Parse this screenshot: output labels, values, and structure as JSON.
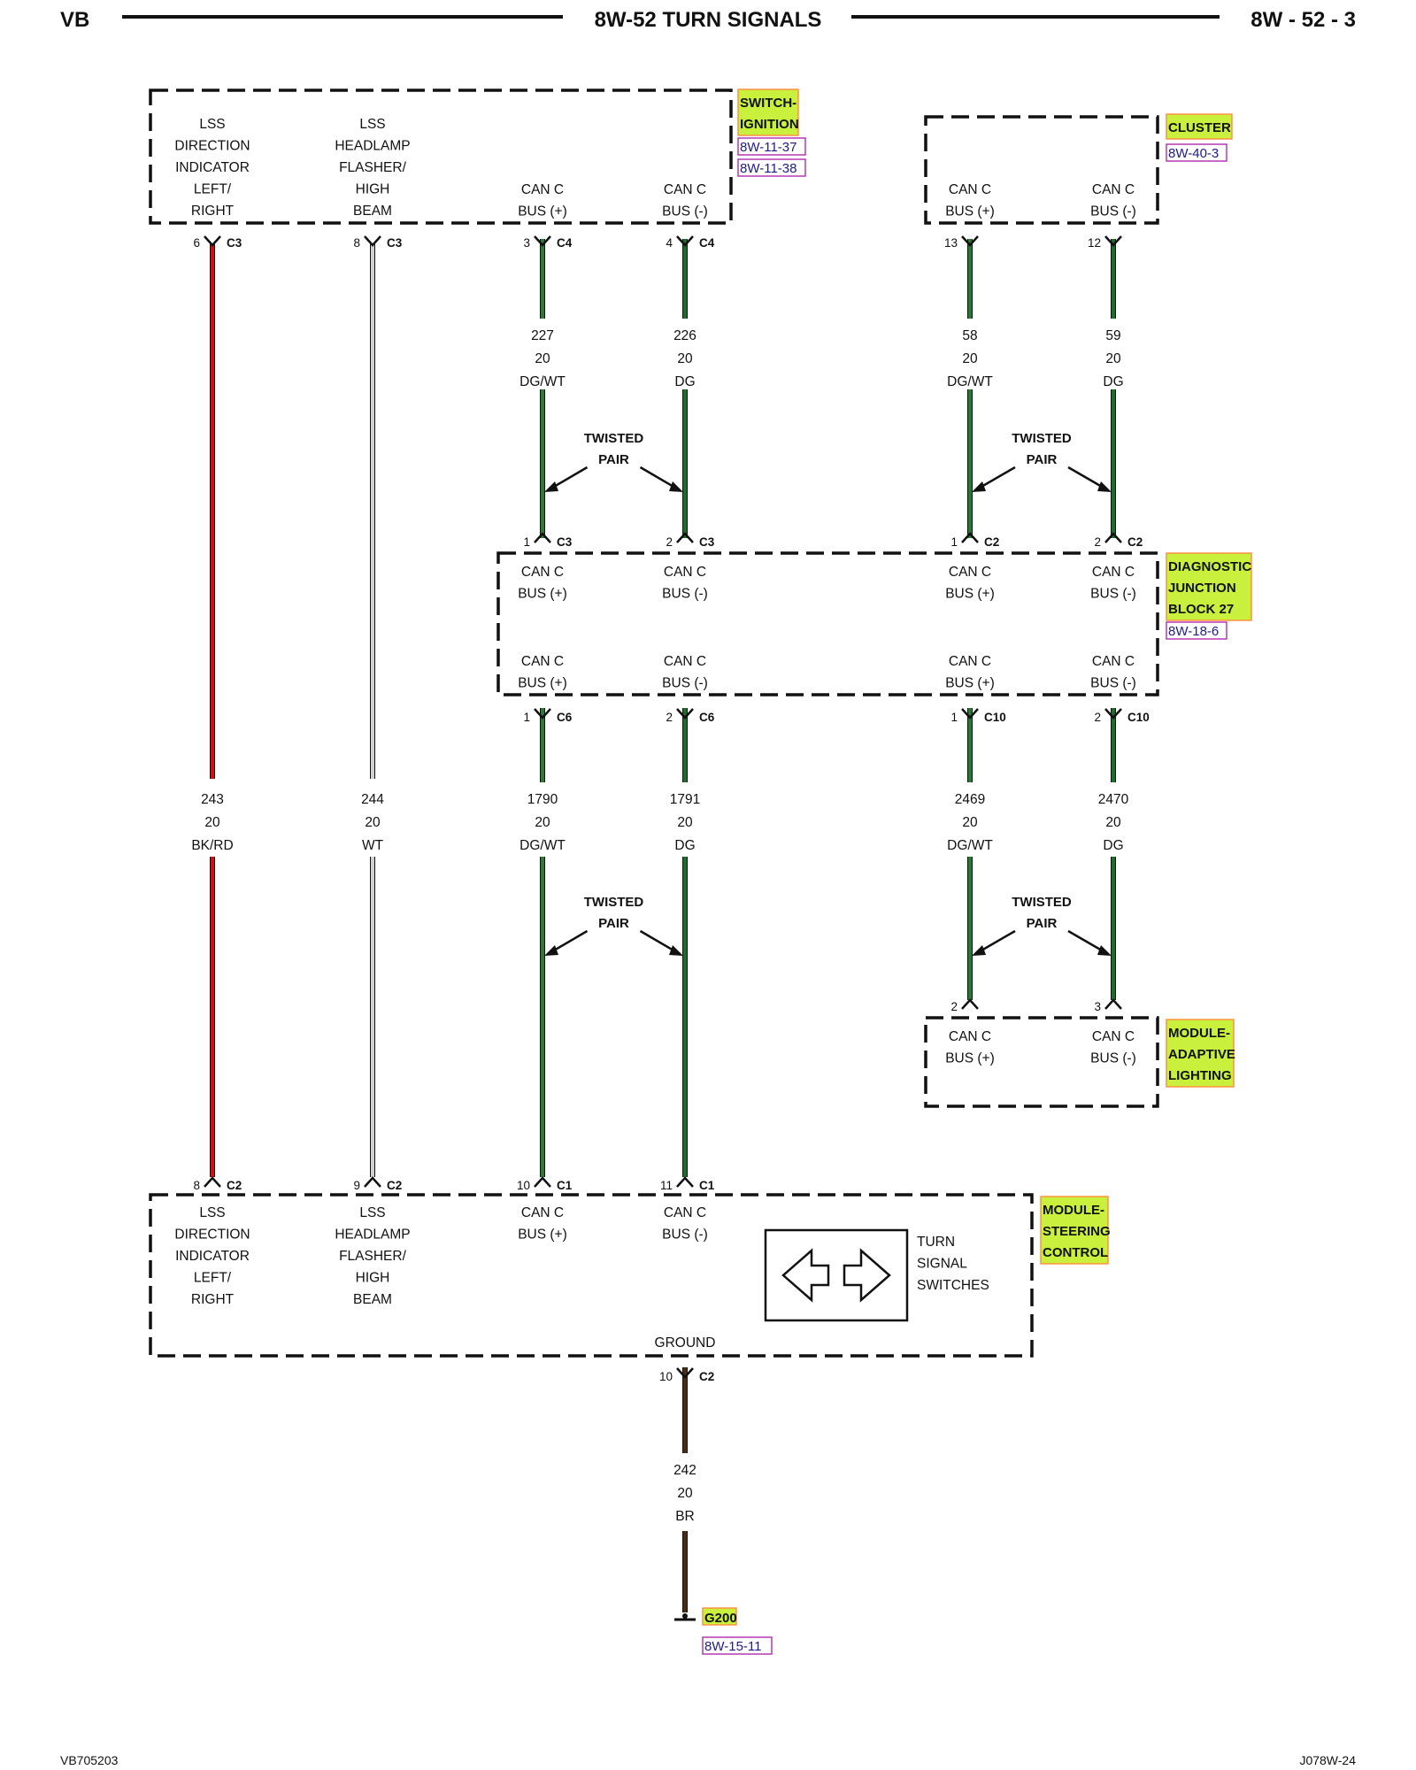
{
  "header": {
    "left": "VB",
    "title": "8W-52 TURN SIGNALS",
    "right": "8W - 52 - 3"
  },
  "footer": {
    "left": "VB705203",
    "right": "J078W-24"
  },
  "colors": {
    "DG": "#1f6d2b",
    "DGWT": "#2a7a36",
    "BKRD": "#cc1111",
    "WT": "#cfcfcf",
    "BR": "#4a2c12"
  },
  "components": {
    "ignition": {
      "name": [
        "SWITCH-",
        "IGNITION"
      ],
      "refs": [
        "8W-11-37",
        "8W-11-38"
      ],
      "pins": [
        [
          "LSS",
          "DIRECTION",
          "INDICATOR",
          "LEFT/",
          "RIGHT"
        ],
        [
          "LSS",
          "HEADLAMP",
          "FLASHER/",
          "HIGH",
          "BEAM"
        ],
        [
          "CAN C",
          "BUS (+)"
        ],
        [
          "CAN C",
          "BUS (-)"
        ]
      ]
    },
    "cluster": {
      "name": [
        "CLUSTER"
      ],
      "refs": [
        "8W-40-3"
      ],
      "pins": [
        [
          "CAN C",
          "BUS (+)"
        ],
        [
          "CAN C",
          "BUS (-)"
        ]
      ]
    },
    "djb": {
      "name": [
        "DIAGNOSTIC",
        "JUNCTION",
        "BLOCK 27"
      ],
      "refs": [
        "8W-18-6"
      ],
      "pins_top": [
        [
          "CAN C",
          "BUS (+)"
        ],
        [
          "CAN C",
          "BUS (-)"
        ],
        [
          "CAN C",
          "BUS (+)"
        ],
        [
          "CAN C",
          "BUS (-)"
        ]
      ],
      "pins_bottom": [
        [
          "CAN C",
          "BUS (+)"
        ],
        [
          "CAN C",
          "BUS (-)"
        ],
        [
          "CAN C",
          "BUS (+)"
        ],
        [
          "CAN C",
          "BUS (-)"
        ]
      ]
    },
    "adaptive": {
      "name": [
        "MODULE-",
        "ADAPTIVE",
        "LIGHTING"
      ],
      "pins": [
        [
          "CAN C",
          "BUS (+)"
        ],
        [
          "CAN C",
          "BUS (-)"
        ]
      ]
    },
    "steering": {
      "name": [
        "MODULE-",
        "STEERING",
        "CONTROL"
      ],
      "pins": [
        [
          "LSS",
          "DIRECTION",
          "INDICATOR",
          "LEFT/",
          "RIGHT"
        ],
        [
          "LSS",
          "HEADLAMP",
          "FLASHER/",
          "HIGH",
          "BEAM"
        ],
        [
          "CAN C",
          "BUS (+)"
        ],
        [
          "CAN C",
          "BUS (-)"
        ]
      ],
      "switch_label": [
        "TURN",
        "SIGNAL",
        "SWITCHES"
      ],
      "ground_label": "GROUND"
    },
    "ground": {
      "name": "G200",
      "ref": "8W-15-11"
    }
  },
  "twisted_pair": [
    "TWISTED",
    "PAIR"
  ],
  "connectors": {
    "ign_lss_dir": {
      "pin": "6",
      "conn": "C3"
    },
    "ign_lss_hl": {
      "pin": "8",
      "conn": "C3"
    },
    "ign_canp": {
      "pin": "3",
      "conn": "C4"
    },
    "ign_canm": {
      "pin": "4",
      "conn": "C4"
    },
    "clu_canp": {
      "pin": "13",
      "conn": ""
    },
    "clu_canm": {
      "pin": "12",
      "conn": ""
    },
    "djb_in1": {
      "pin": "1",
      "conn": "C3"
    },
    "djb_in2": {
      "pin": "2",
      "conn": "C3"
    },
    "djb_in3": {
      "pin": "1",
      "conn": "C2"
    },
    "djb_in4": {
      "pin": "2",
      "conn": "C2"
    },
    "djb_out1": {
      "pin": "1",
      "conn": "C6"
    },
    "djb_out2": {
      "pin": "2",
      "conn": "C6"
    },
    "djb_out3": {
      "pin": "1",
      "conn": "C10"
    },
    "djb_out4": {
      "pin": "2",
      "conn": "C10"
    },
    "adl_p": {
      "pin": "2",
      "conn": ""
    },
    "adl_m": {
      "pin": "3",
      "conn": ""
    },
    "scm_dir": {
      "pin": "8",
      "conn": "C2"
    },
    "scm_hl": {
      "pin": "9",
      "conn": "C2"
    },
    "scm_canp": {
      "pin": "10",
      "conn": "C1"
    },
    "scm_canm": {
      "pin": "11",
      "conn": "C1"
    },
    "scm_gnd": {
      "pin": "10",
      "conn": "C2"
    }
  },
  "wires": {
    "w227": [
      "227",
      "20",
      "DG/WT"
    ],
    "w226": [
      "226",
      "20",
      "DG"
    ],
    "w58": [
      "58",
      "20",
      "DG/WT"
    ],
    "w59": [
      "59",
      "20",
      "DG"
    ],
    "w243": [
      "243",
      "20",
      "BK/RD"
    ],
    "w244": [
      "244",
      "20",
      "WT"
    ],
    "w1790": [
      "1790",
      "20",
      "DG/WT"
    ],
    "w1791": [
      "1791",
      "20",
      "DG"
    ],
    "w2469": [
      "2469",
      "20",
      "DG/WT"
    ],
    "w2470": [
      "2470",
      "20",
      "DG"
    ],
    "w242": [
      "242",
      "20",
      "BR"
    ]
  }
}
